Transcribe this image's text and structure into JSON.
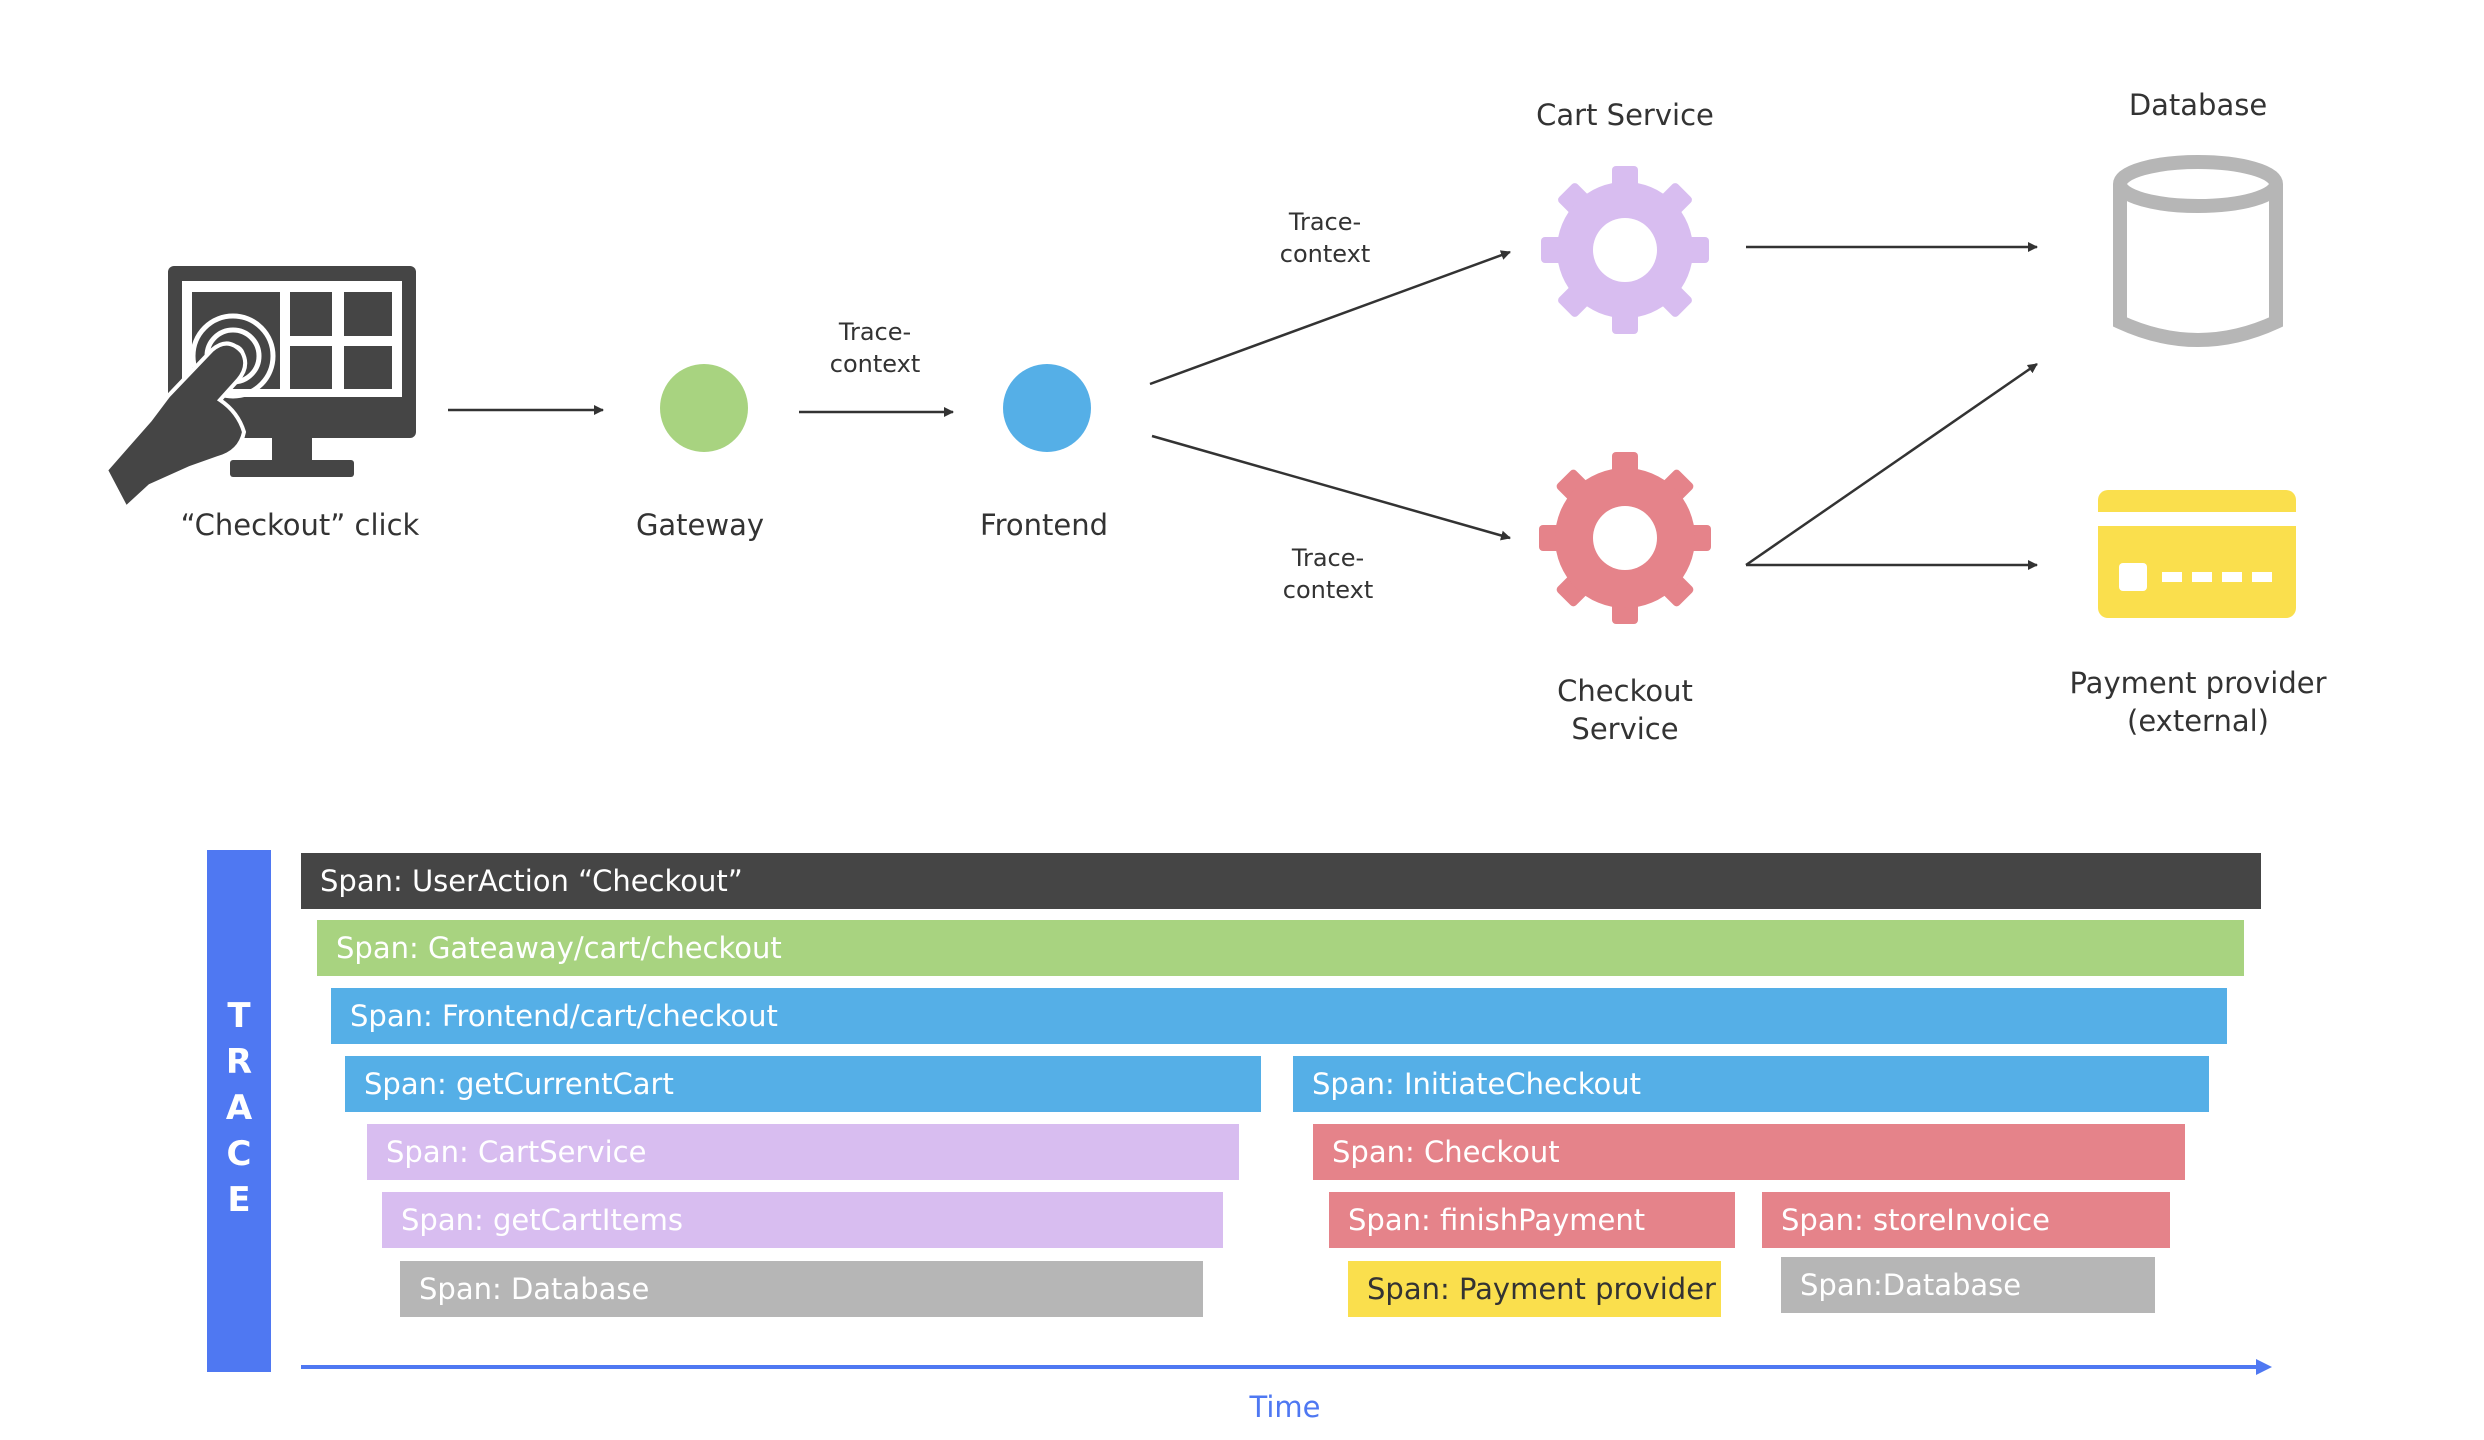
{
  "colors": {
    "dark": "#454545",
    "gateway": "#a8d380",
    "frontend": "#55afe7",
    "cart": "#d8bdf0",
    "checkout": "#e5838a",
    "database": "#b6b6b6",
    "payment": "#fadf4d",
    "trace": "#4f78f2",
    "time_axis": "#4f78f2",
    "arrow": "#333333"
  },
  "nodes": {
    "checkout_click": "“Checkout” click",
    "gateway": "Gateway",
    "frontend": "Frontend",
    "cart_service": "Cart Service",
    "checkout_service": [
      "Checkout",
      "Service"
    ],
    "database": "Database",
    "payment_provider": [
      "Payment provider",
      "(external)"
    ]
  },
  "edge_labels": {
    "gateway_frontend": [
      "Trace-",
      "context"
    ],
    "frontend_cart": [
      "Trace-",
      "context"
    ],
    "frontend_checkout": [
      "Trace-",
      "context"
    ]
  },
  "trace": {
    "letters": [
      "T",
      "R",
      "A",
      "C",
      "E"
    ],
    "spans": [
      {
        "label": "Span: UserAction “Checkout”",
        "color": "#454545",
        "text_color": "#ffffff"
      },
      {
        "label": "Span: Gateaway/cart/checkout",
        "color": "#a8d380",
        "text_color": "#ffffff"
      },
      {
        "label": "Span: Frontend/cart/checkout",
        "color": "#55afe7",
        "text_color": "#ffffff"
      },
      {
        "label": "Span: getCurrentCart",
        "color": "#55afe7",
        "text_color": "#ffffff"
      },
      {
        "label": "Span: InitiateCheckout",
        "color": "#55afe7",
        "text_color": "#ffffff"
      },
      {
        "label": "Span: CartService",
        "color": "#d8bdf0",
        "text_color": "#ffffff"
      },
      {
        "label": "Span: Checkout",
        "color": "#e5838a",
        "text_color": "#ffffff"
      },
      {
        "label": "Span: getCartItems",
        "color": "#d8bdf0",
        "text_color": "#ffffff"
      },
      {
        "label": "Span: finishPayment",
        "color": "#e5838a",
        "text_color": "#ffffff"
      },
      {
        "label": "Span: storeInvoice",
        "color": "#e5838a",
        "text_color": "#ffffff"
      },
      {
        "label": "Span: Database",
        "color": "#b6b6b6",
        "text_color": "#ffffff"
      },
      {
        "label": "Span: Payment provider",
        "color": "#fadf4d",
        "text_color": "#333333"
      },
      {
        "label": "Span:Database",
        "color": "#b6b6b6",
        "text_color": "#ffffff"
      }
    ],
    "time_label": "Time"
  }
}
